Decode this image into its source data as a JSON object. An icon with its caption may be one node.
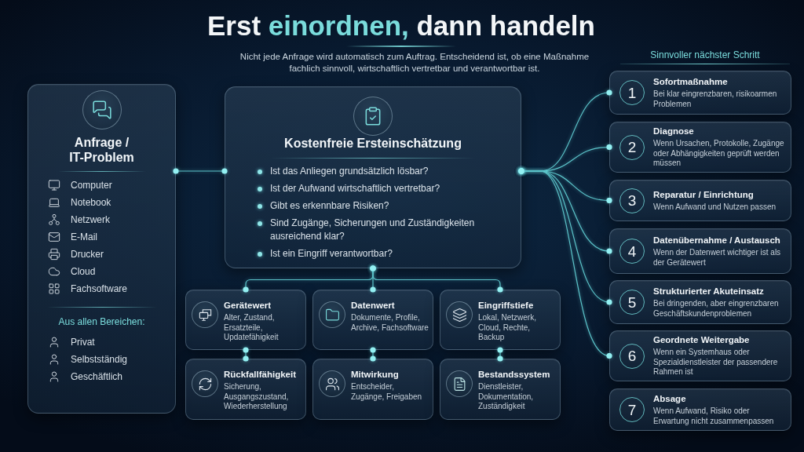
{
  "diagram": {
    "title": "Erst **einordnen,** dann handeln",
    "nodes": [
      {
        "text": [
          "Anfrage / IT-Problem",
          "Computer",
          "Notebook",
          "Netzwerk",
          "E-Mail",
          "Drucker",
          "Cloud",
          "Fachsoftware",
          "Aus allen Bereichen:",
          "Privat",
          "Selbstständig",
          "Geschäftlich"
        ]
      },
      {
        "text": [
          "Kostenfreie Ersteinschätzung",
          "Ist das Anliegen grundsätzlich lösbar?",
          "Ist der Aufwand wirtschaftlich vertretbar?",
          "Gibt es erkennbare Risiken?",
          "Sind Zugänge, Sicherungen und Zuständigkeiten ausreichend klar?",
          "Ist ein Eingriff verantwortbar?"
        ]
      },
      {
        "text": [
          "Gerätewert",
          "Alter, Zustand, Ersatzteile, Updatefähigkeit"
        ]
      },
      {
        "text": [
          "Datenwert",
          "Dokumente, Profile, Archive, Fachsoftware"
        ]
      },
      {
        "text": [
          "Eingriffstiefe",
          "Lokal, Netzwerk, Cloud, Rechte, Backup"
        ]
      },
      {
        "text": [
          "Rückfallfähigkeit",
          "Sicherung, Ausgangszustand, Wiederherstellung"
        ]
      },
      {
        "text": [
          "Mitwirkung",
          "Entscheider, Zugänge, Freigaben"
        ]
      },
      {
        "text": [
          "Bestandssystem",
          "Dienstleister, Dokumentation, Zuständigkeit"
        ]
      },
      {
        "text": [
          "1",
          "Sofortmaßnahme",
          "Bei klar eingrenzbaren, risikoarmen Problemen"
        ]
      },
      {
        "text": [
          "2",
          "Diagnose",
          "Wenn Ursachen, Protokolle, Zugänge oder Abhängigkeiten geprüft werden müssen"
        ]
      },
      {
        "text": [
          "3",
          "Reparatur / Einrichtung",
          "Wenn Aufwand und Nutzen passen"
        ]
      },
      {
        "text": [
          "4",
          "Datenübernahme / Austausch",
          "Wenn der Datenwert wichtiger ist als der Gerätewert"
        ]
      },
      {
        "text": [
          "5",
          "Strukturierter Akuteinsatz",
          "Bei dringenden, aber eingrenzbaren Geschäftskundenproblemen"
        ]
      },
      {
        "text": [
          "6",
          "Geordnete Weitergabe",
          "Wenn ein Systemhaus oder Spezialdienstleister der passendere Rahmen ist"
        ]
      },
      {
        "text": [
          "7",
          "Absage",
          "Wenn Aufwand, Risiko oder Erwartung nicht zusammenpassen"
        ]
      }
    ],
    "edges": [
      {
        "from": 0,
        "to": 1,
        "arrow": "other"
      },
      {
        "from": 1,
        "to": 8,
        "arrow": "other"
      },
      {
        "from": 1,
        "to": 9,
        "arrow": "other"
      },
      {
        "from": 1,
        "to": 10,
        "arrow": "other"
      },
      {
        "from": 1,
        "to": 11,
        "arrow": "other"
      },
      {
        "from": 1,
        "to": 12,
        "arrow": "other"
      },
      {
        "from": 1,
        "to": 13,
        "arrow": "other"
      },
      {
        "from": 1,
        "to": 2,
        "arrow": "other"
      },
      {
        "from": 1,
        "to": 3,
        "arrow": "other"
      },
      {
        "from": 1,
        "to": 4,
        "arrow": "other"
      },
      {
        "from": 2,
        "to": 5,
        "arrow": "other"
      },
      {
        "from": 3,
        "to": 6,
        "arrow": "other"
      },
      {
        "from": 4,
        "to": 7,
        "arrow": "other"
      }
    ],
    "labels": [
      "Nicht jede Anfrage wird automatisch zum Auftrag. Entscheidend ist, ob eine Maßnahme fachlich sinnvoll, wirtschaftlich vertretbar und verantwortbar ist.",
      "Sinnvoller nächster Schritt"
    ]
  }
}
